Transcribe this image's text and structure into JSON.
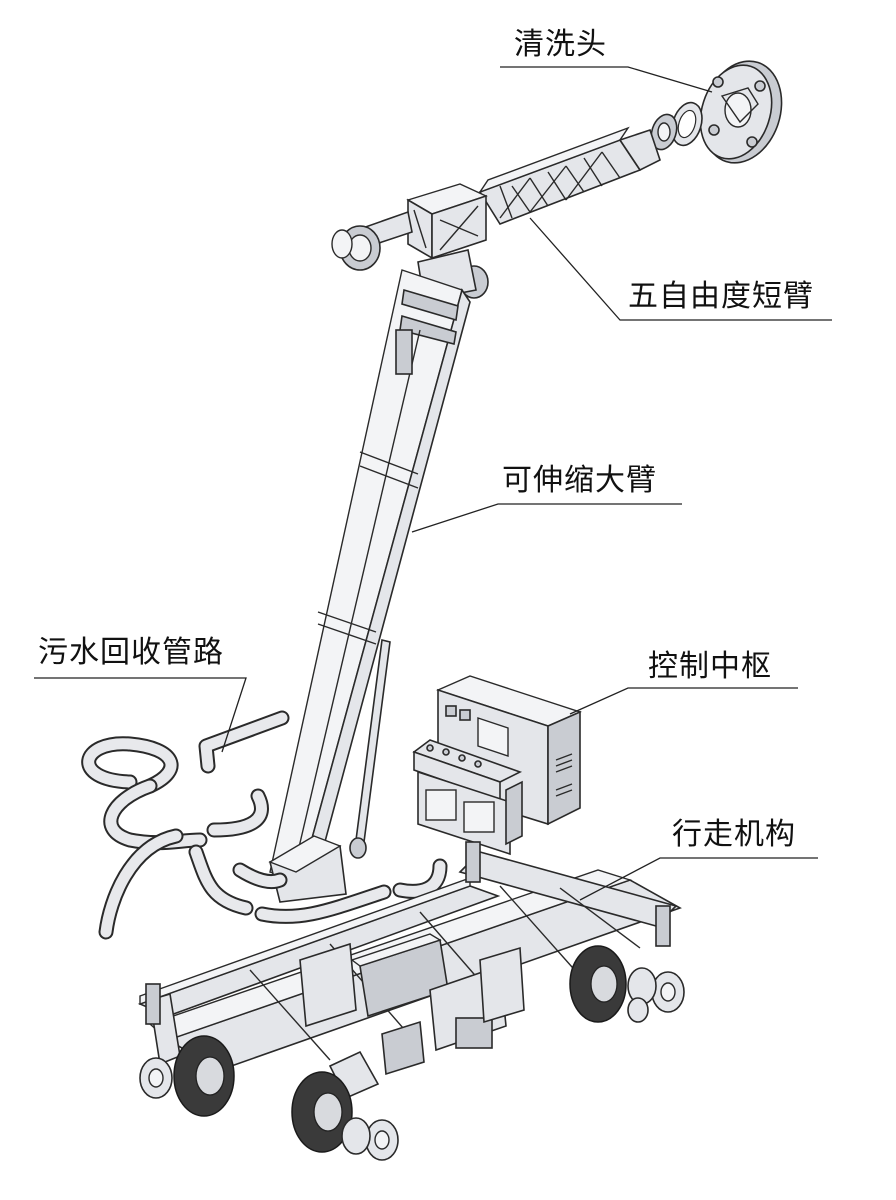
{
  "labels": {
    "cleaning_head": "清洗头",
    "short_arm": "五自由度短臂",
    "telescopic_arm": "可伸缩大臂",
    "sewage_pipeline": "污水回收管路",
    "control_center": "控制中枢",
    "walking_mechanism": "行走机构"
  }
}
